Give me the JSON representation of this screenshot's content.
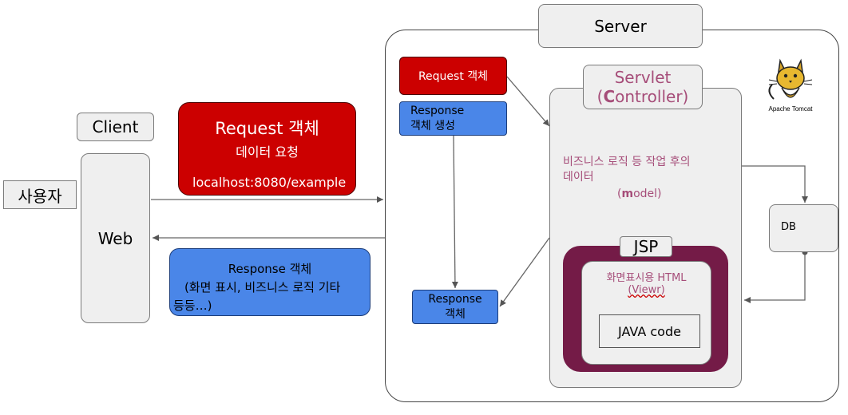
{
  "client": {
    "label": "Client"
  },
  "user": {
    "label": "사용자"
  },
  "web": {
    "label": "Web"
  },
  "request_box": {
    "title": "Request 객체",
    "subtitle": "데이터 요청",
    "url": "localhost:8080/example"
  },
  "response_box": {
    "line1": "Response 객체",
    "line2": "(화면 표시, 비즈니스 로직 기타",
    "line3": "등등…)"
  },
  "server": {
    "label": "Server"
  },
  "server_request": {
    "label": "Request  객체"
  },
  "server_response_create": {
    "line1": "Response",
    "line2": "객체 생성"
  },
  "server_response": {
    "line1": "Response",
    "line2": "객체"
  },
  "servlet": {
    "line1": "Servlet",
    "line2_prefix": "(",
    "line2_bold": "C",
    "line2_rest": "ontroller)"
  },
  "business": {
    "line1": "비즈니스 로직 등 작업 후의",
    "line2": "데이터",
    "model_prefix": "(",
    "model_bold": "m",
    "model_rest": "odel)"
  },
  "db": {
    "label": "DB"
  },
  "jsp": {
    "label": "JSP",
    "html_line1": "화면표시용 HTML",
    "html_line2": "(Viewr)",
    "java_code": "JAVA code"
  },
  "tomcat": {
    "caption": "Apache Tomcat"
  },
  "colors": {
    "red": "#cc0000",
    "blue": "#4a86e8",
    "jsp_maroon": "#741b47",
    "servlet_text": "#a64d79",
    "gray_box": "#efefef"
  }
}
